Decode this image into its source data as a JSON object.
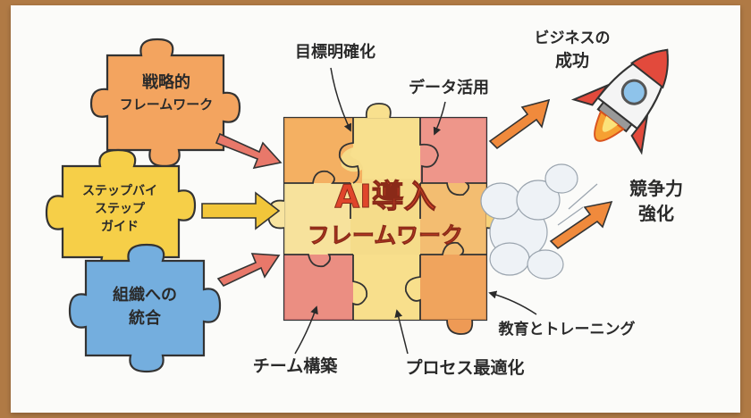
{
  "center": {
    "line1": "AI導入",
    "line2": "フレームワーク"
  },
  "inputs": [
    {
      "lines": [
        "戦略的",
        "フレームワーク"
      ]
    },
    {
      "lines": [
        "ステップバイ",
        "ステップ",
        "ガイド"
      ]
    },
    {
      "lines": [
        "組織への",
        "統合"
      ]
    }
  ],
  "callouts": {
    "goal_clarity": "目標明確化",
    "data_use": "データ活用",
    "team_building": "チーム構築",
    "process_opt": "プロセス最適化",
    "training": "教育とトレーニング"
  },
  "outcomes": [
    {
      "lines": [
        "ビジネスの",
        "成功"
      ]
    },
    {
      "lines": [
        "競争力",
        "強化"
      ]
    }
  ],
  "colors": {
    "orange": "#f0a45c",
    "yellow": "#f6d24a",
    "blue": "#6aa6d8",
    "red_arrow": "#e8786a",
    "yellow_arrow": "#f2c63a",
    "orange_arrow": "#f08a3c",
    "title_red": "#e0452b"
  }
}
